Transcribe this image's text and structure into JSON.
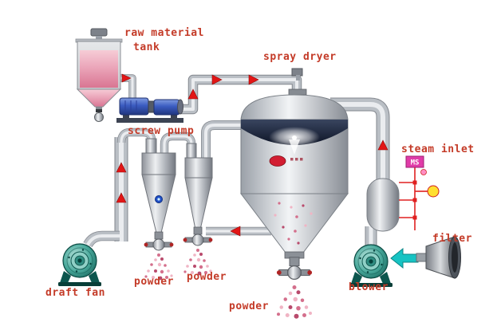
{
  "labels": {
    "raw_material_line1": "raw material",
    "raw_material_line2": "tank",
    "spray_dryer": "spray dryer",
    "screw_pump": "screw pump",
    "steam_inlet": "steam inlet",
    "filter": "filter",
    "blower": "blower",
    "draft_fan": "draft fan",
    "powder_1": "powder",
    "powder_2": "powder",
    "powder_3": "powder"
  },
  "tags": {
    "ms": "MS"
  },
  "colors": {
    "label_text": "#c43b28",
    "flow_arrow_red": "#e21616",
    "air_arrow_cyan": "#17c3c3",
    "powder_pink": "#d46f8c",
    "fan_teal": "#2f8d81",
    "pump_blue": "#3a5bc0",
    "liquid_pink": "#eba6ba",
    "steam_line_red": "#e02020",
    "pipe_gray": "#babfc5"
  }
}
